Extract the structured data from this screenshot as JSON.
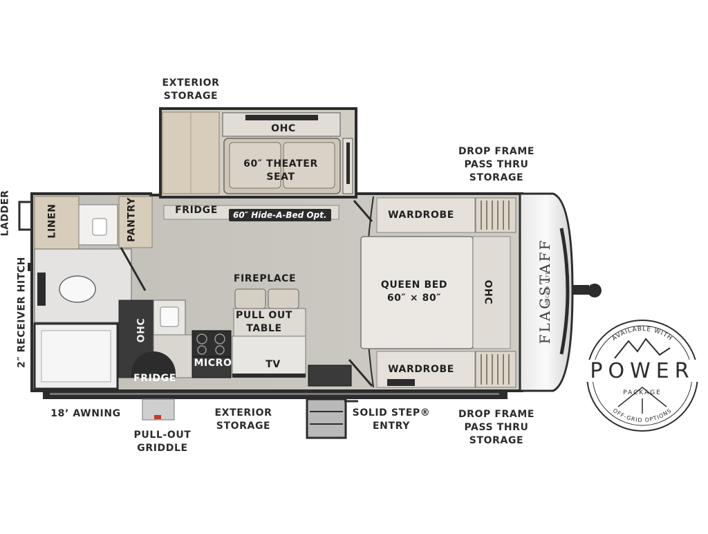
{
  "labels": {
    "exterior_storage_top": [
      "EXTERIOR",
      "STORAGE"
    ],
    "ohc_top": "OHC",
    "theater_seat": [
      "60″ THEATER",
      "SEAT"
    ],
    "drop_frame_top": [
      "DROP FRAME",
      "PASS THRU",
      "STORAGE"
    ],
    "ladder": "LADDER",
    "receiver_hitch": "2″ RECEIVER HITCH",
    "linen": "LINEN",
    "pantry": "PANTRY",
    "fridge_top": "FRIDGE",
    "hide_a_bed": "60″ Hide-A-Bed Opt.",
    "wardrobe_top": "WARDROBE",
    "fireplace": "FIREPLACE",
    "pull_out_table": [
      "PULL OUT",
      "TABLE"
    ],
    "queen_bed": [
      "QUEEN BED",
      "60″ × 80″"
    ],
    "ohc_bed": "OHC",
    "ohc_kitchen": "OHC",
    "micro": "MICRO",
    "tv": "TV",
    "fridge_bottom": "FRIDGE",
    "wardrobe_bottom": "WARDROBE",
    "awning": "18’ AWNING",
    "exterior_storage_bottom": [
      "EXTERIOR",
      "STORAGE"
    ],
    "solid_step": [
      "SOLID STEP®",
      "ENTRY"
    ],
    "drop_frame_bottom": [
      "DROP FRAME",
      "PASS THRU",
      "STORAGE"
    ],
    "pull_out_griddle": [
      "PULL-OUT",
      "GRIDDLE"
    ]
  },
  "brand": {
    "name": "FLAGSTAFF",
    "sub": "MICRO LITE"
  },
  "badge": {
    "top_text": "AVAILABLE WITH",
    "word": "POWER",
    "sub": "PACKAGE",
    "bottom_text": "OFF-GRID OPTIONS"
  },
  "colors": {
    "floor": "#c9c6bf",
    "outline": "#2c2c2c",
    "cabinet": "#d8cdbb",
    "seat": "#cdc6b9",
    "bed": "#ebe8e3"
  }
}
